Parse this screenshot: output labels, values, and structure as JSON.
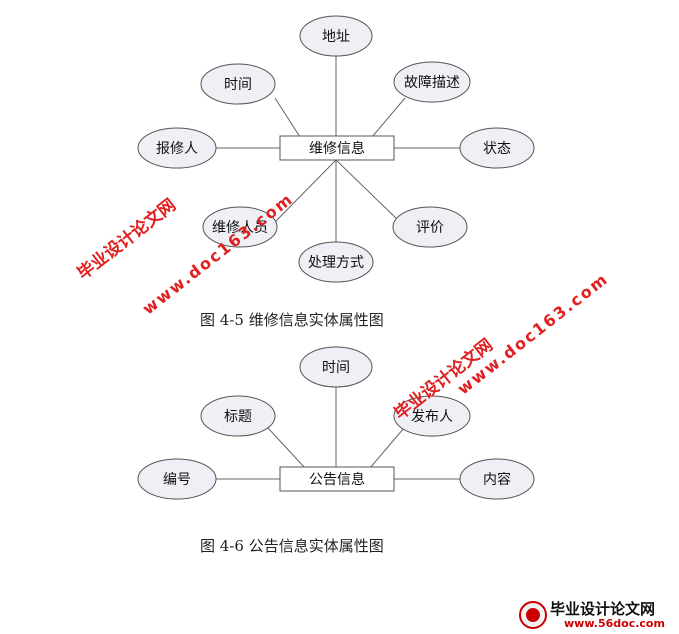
{
  "diagram1": {
    "entity": "维修信息",
    "attributes": [
      "地址",
      "时间",
      "故障描述",
      "报修人",
      "状态",
      "维修人员",
      "处理方式",
      "评价"
    ],
    "caption": "图 4-5 维修信息实体属性图"
  },
  "diagram2": {
    "entity": "公告信息",
    "attributes": [
      "时间",
      "标题",
      "发布人",
      "编号",
      "内容"
    ],
    "caption": "图 4-6 公告信息实体属性图"
  },
  "watermark": {
    "line1": "毕业设计论文网",
    "line2": "www.doc163.com"
  },
  "logo": {
    "title": "毕业设计论文网",
    "url": "www.56doc.com"
  },
  "colors": {
    "ellipse_fill": "#eef0f6",
    "stroke": "#555555",
    "watermark": "#e02020"
  }
}
